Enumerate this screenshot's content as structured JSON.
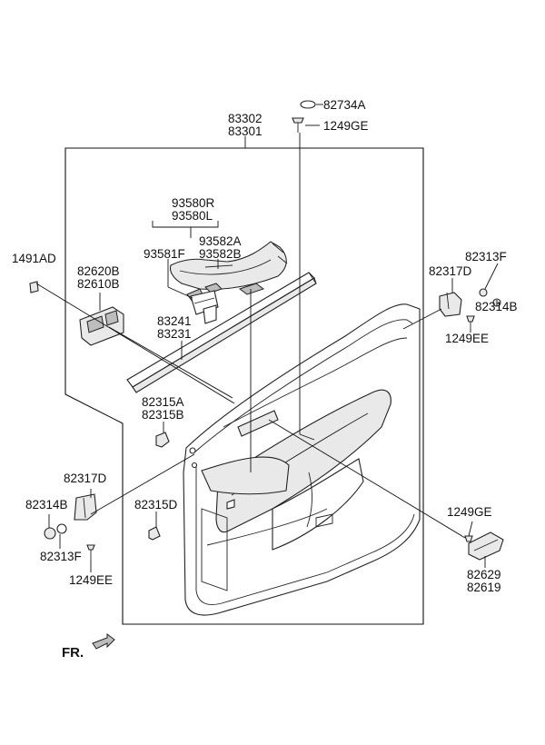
{
  "labels": {
    "p82734A": "82734A",
    "p1249GE_top": "1249GE",
    "p83302": "83302",
    "p83301": "83301",
    "p93580R": "93580R",
    "p93580L": "93580L",
    "p93581F": "93581F",
    "p93582A": "93582A",
    "p93582B": "93582B",
    "p1491AD": "1491AD",
    "p82620B": "82620B",
    "p82610B": "82610B",
    "p83241": "83241",
    "p83231": "83231",
    "p82313F_right": "82313F",
    "p82317D_right": "82317D",
    "p82314B_right": "82314B",
    "p1249EE_right": "1249EE",
    "p82315A": "82315A",
    "p82315B": "82315B",
    "p82317D_left": "82317D",
    "p82314B_left": "82314B",
    "p82313F_left": "82313F",
    "p1249EE_left": "1249EE",
    "p82315D": "82315D",
    "p1249GE_right": "1249GE",
    "p82629": "82629",
    "p82619": "82619",
    "front_marker": "FR."
  }
}
